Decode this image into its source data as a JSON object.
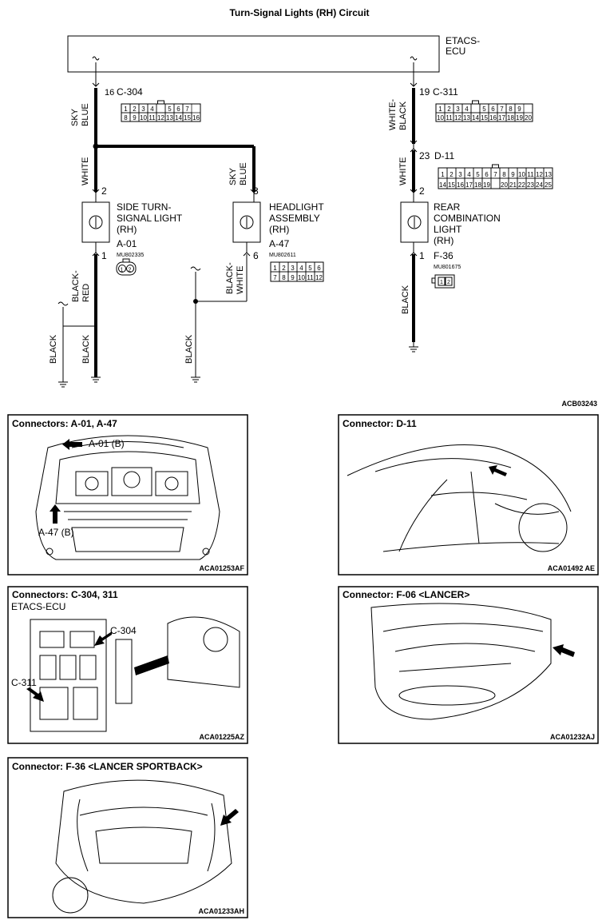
{
  "title": "Turn-Signal Lights (RH) Circuit",
  "ecu": {
    "label_line1": "ETACS-",
    "label_line2": "ECU"
  },
  "figure_code": "ACB03243",
  "left_branch": {
    "pin_top": "16",
    "connector_top": "C-304",
    "wire1": [
      "SKY",
      "BLUE"
    ],
    "wire2": "WHITE",
    "pin_in": "2",
    "pin_out": "1",
    "component": [
      "SIDE TURN-",
      "SIGNAL LIGHT",
      "(RH)"
    ],
    "connector_id": "A-01",
    "part_no": "MU802335",
    "wire_out": [
      "BLACK-",
      "RED"
    ],
    "grounds": [
      "BLACK",
      "BLACK"
    ]
  },
  "middle_branch": {
    "wire_in": [
      "SKY",
      "BLUE"
    ],
    "pin_in": "3",
    "pin_out": "6",
    "component": [
      "HEADLIGHT",
      "ASSEMBLY",
      "(RH)"
    ],
    "connector_id": "A-47",
    "part_no": "MU802611",
    "wire_out": [
      "BLACK-",
      "WHITE"
    ],
    "ground": "BLACK",
    "connector_pins_top": [
      "1",
      "2",
      "3",
      "4",
      "5",
      "6"
    ],
    "connector_pins_bottom": [
      "7",
      "8",
      "9",
      "10",
      "11",
      "12"
    ]
  },
  "right_branch": {
    "pin_top": "19",
    "connector_top": "C-311",
    "wire1": [
      "WHITE-",
      "BLACK"
    ],
    "pin_mid": "23",
    "connector_mid": "D-11",
    "wire2": "WHITE",
    "pin_in": "2",
    "pin_out": "1",
    "component": [
      "REAR",
      "COMBINATION",
      "LIGHT",
      "(RH)"
    ],
    "connector_id": "F-36",
    "part_no": "MU801675",
    "wire_out": "BLACK"
  },
  "c304_pins": {
    "top": [
      "1",
      "2",
      "3",
      "4",
      "",
      "5",
      "6",
      "7"
    ],
    "bottom": [
      "8",
      "9",
      "10",
      "11",
      "12",
      "13",
      "14",
      "15",
      "16"
    ]
  },
  "c311_pins": {
    "top": [
      "1",
      "2",
      "3",
      "4",
      "",
      "5",
      "6",
      "7",
      "8",
      "9"
    ],
    "bottom": [
      "10",
      "11",
      "12",
      "13",
      "14",
      "15",
      "16",
      "17",
      "18",
      "19",
      "20"
    ]
  },
  "d11_pins": {
    "top": [
      "1",
      "2",
      "3",
      "4",
      "5",
      "6",
      "7",
      "8",
      "9",
      "10",
      "11",
      "12",
      "13"
    ],
    "bottom": [
      "14",
      "15",
      "16",
      "17",
      "18",
      "19",
      "",
      "20",
      "21",
      "22",
      "23",
      "24",
      "25"
    ]
  },
  "a01_pins": [
    "1",
    "2"
  ],
  "f36_pins": [
    "1",
    "2"
  ],
  "panels": [
    {
      "title": "Connectors: A-01, A-47",
      "code": "ACA01253AF",
      "callouts": [
        "A-01 (B)",
        "A-47 (B)"
      ]
    },
    {
      "title": "Connector: D-11",
      "code": "ACA01492 AE",
      "callouts": []
    },
    {
      "title": "Connectors: C-304, 311",
      "code": "ACA01225AZ",
      "callouts": [
        "ETACS-ECU",
        "C-304",
        "C-311"
      ]
    },
    {
      "title": "Connector: F-06 <LANCER>",
      "code": "ACA01232AJ",
      "callouts": []
    },
    {
      "title": "Connector: F-36 <LANCER SPORTBACK>",
      "code": "ACA01233AH",
      "callouts": []
    }
  ]
}
